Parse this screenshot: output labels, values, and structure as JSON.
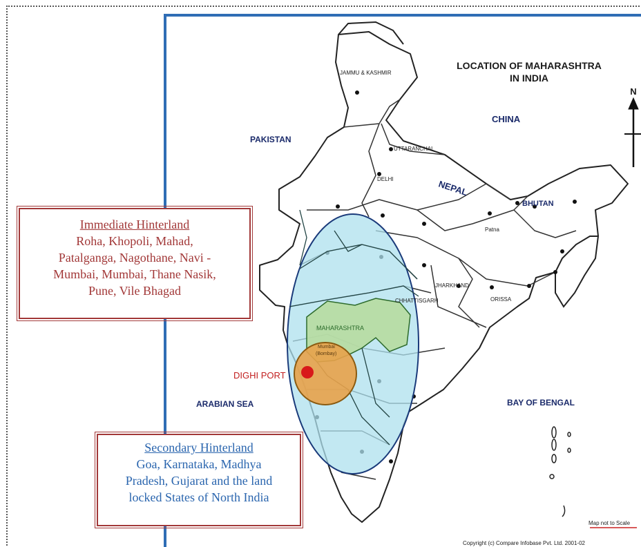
{
  "map": {
    "title": "LOCATION OF MAHARASHTRA\nIN INDIA",
    "compass_letter": "N",
    "labels": {
      "pakistan": "PAKISTAN",
      "china": "CHINA",
      "nepal": "NEPAL",
      "bhutan": "BHUTAN",
      "arabian_sea": "ARABIAN SEA",
      "bay_of_bengal": "BAY OF BENGAL",
      "jammu_kashmir": "JAMMU & KASHMIR",
      "uttaranchal": "UTTARANCHAL",
      "delhi": "DELHI",
      "patna": "Patna",
      "jharkhand": "JHARKHAND",
      "chhattisgarh": "CHHATTISGARH",
      "orissa": "ORISSA",
      "maharashtra": "MAHARASHTRA",
      "mumbai": "Mumbai",
      "bombay": "(Bombay)",
      "dighi_port": "DIGHI PORT"
    },
    "scale_note": "Map not to Scale",
    "copyright": "Copyright (c) Compare Infobase Pvt. Ltd. 2001-02",
    "colors": {
      "outer_circle": "#aee0ee",
      "inner_circle": "#e8a24a",
      "maharashtra": "#b7dba0",
      "port_marker": "#d8191a",
      "port_label": "#c22020",
      "frame_border": "#2f6db5"
    }
  },
  "callouts": {
    "immediate": {
      "title": "Immediate Hinterland",
      "lines": [
        "Roha, Khopoli, Mahad,",
        "Patalganga, Nagothane, Navi -",
        "Mumbai, Mumbai, Thane Nasik,",
        "Pune, Vile Bhagad"
      ]
    },
    "secondary": {
      "title": "Secondary Hinterland",
      "lines": [
        "Goa, Karnataka, Madhya",
        "Pradesh, Gujarat and the land",
        "locked States of North India"
      ]
    }
  }
}
